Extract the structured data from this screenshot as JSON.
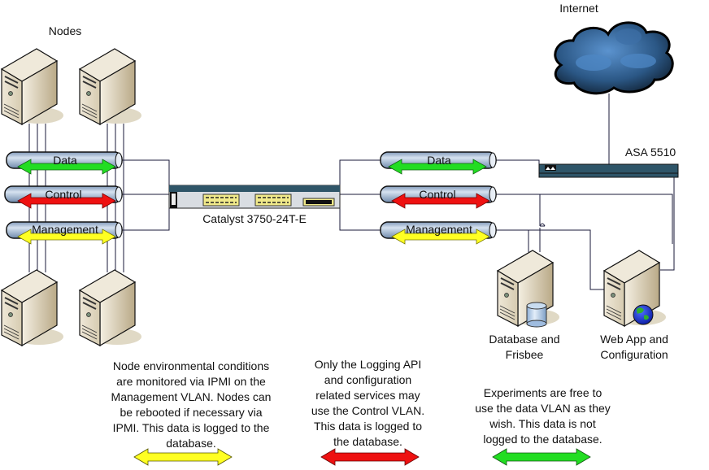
{
  "diagram": {
    "labels": {
      "nodes": "Nodes",
      "internet": "Internet",
      "firewall": "ASA 5510",
      "switch": "Catalyst 3750-24T-E",
      "database_server_line1": "Database and",
      "database_server_line2": "Frisbee",
      "webapp_server_line1": "Web App and",
      "webapp_server_line2": "Configuration"
    },
    "vlans": [
      {
        "name": "Data",
        "color": "#22dd22"
      },
      {
        "name": "Control",
        "color": "#ee1111"
      },
      {
        "name": "Management",
        "color": "#ffff22"
      }
    ],
    "notes": {
      "management": [
        "Node environmental conditions",
        "are monitored via IPMI on the",
        "Management VLAN. Nodes can",
        "be rebooted if necessary via",
        "IPMI. This data is logged to the",
        "database."
      ],
      "control": [
        "Only the Logging API",
        "and configuration",
        "related services may",
        "use the Control VLAN.",
        "This data is logged to",
        "the database."
      ],
      "data": [
        "Experiments are free to",
        "use the data VLAN as they",
        "wish. This data is not",
        "logged to the database."
      ]
    },
    "colors": {
      "pipe": "#9fb6d4",
      "firewall": "#2e5568",
      "cloud": "#2f5f8f",
      "line": "#000000"
    }
  }
}
